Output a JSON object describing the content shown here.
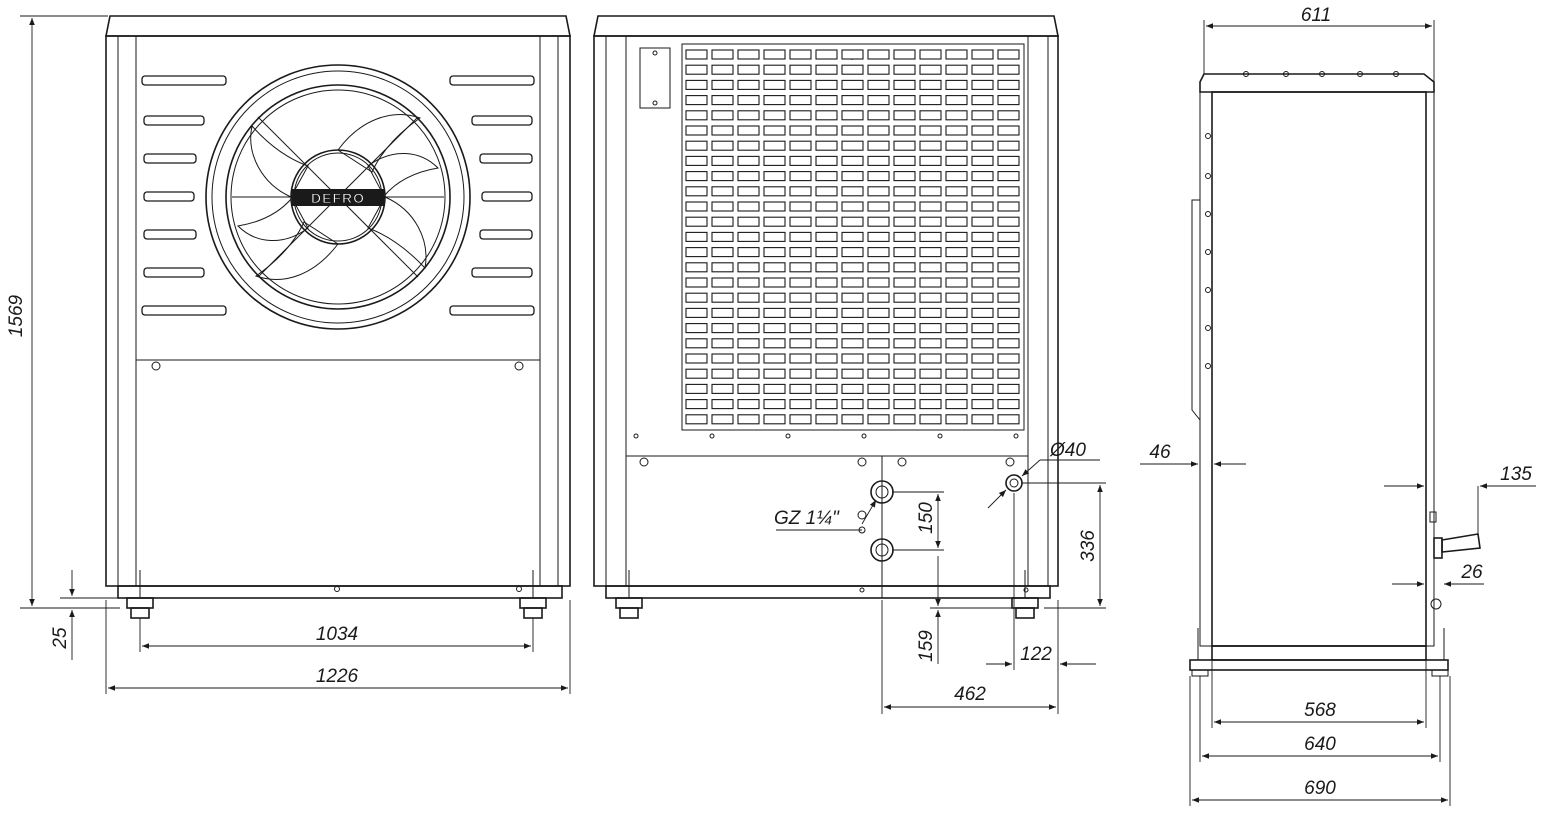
{
  "brand_logo": "DEFRO",
  "dimensions": {
    "overall_height": "1569",
    "foot_height": "25",
    "foot_spacing_front": "1034",
    "overall_width_front": "1226",
    "top_depth": "611",
    "wall_offset": "46",
    "handle_offset": "135",
    "pipe_spacing": "150",
    "connection_height": "336",
    "connection_diameter": "Ø40",
    "connection_thread": "GZ 1¼\"",
    "lower_connection_height": "159",
    "drain_offset": "122",
    "connection_offset": "462",
    "handle_pipe": "26",
    "base_inner": "568",
    "base_middle": "640",
    "base_outer": "690"
  }
}
